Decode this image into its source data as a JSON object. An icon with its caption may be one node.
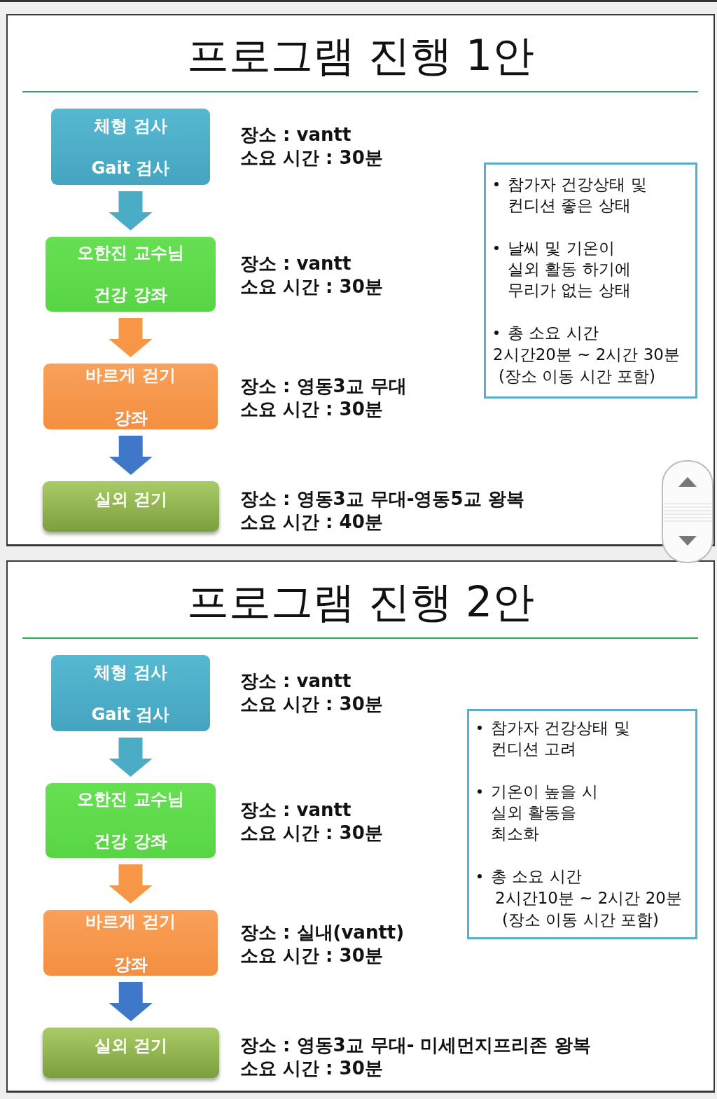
{
  "diagram": {
    "nodes": [
      {
        "text": [
          "프로그램 진행 1안"
        ]
      },
      {
        "text": [
          "체형 검사",
          "Gait 검사"
        ],
        "in": 0,
        "beside": [
          "장소 : vantt",
          "소요 시간 : 30분"
        ]
      },
      {
        "text": [
          "오한진 교수님",
          "건강 강좌"
        ],
        "in": 0,
        "beside": [
          "장소 : vantt",
          "소요 시간 : 30분"
        ]
      },
      {
        "text": [
          "바르게 걷기",
          "강좌"
        ],
        "in": 0,
        "beside": [
          "장소 : 영동3교 무대",
          "소요 시간 : 30분"
        ]
      },
      {
        "text": [
          "실외 걷기"
        ],
        "in": 0,
        "beside": [
          "장소 : 영동3교 무대-영동5교 왕복",
          "소요 시간 : 40분"
        ]
      },
      {
        "text": [
          "참가자 건강상태 및 컨디션 좋은 상태",
          "날씨 및 기온이 실외 활동 하기에 무리가 없는 상태",
          "총 소요 시간",
          "2시간20분 ~ 2시간 30분",
          "(장소 이동 시간 포함)"
        ],
        "in": 0
      },
      {
        "text": [
          "프로그램 진행 2안"
        ]
      },
      {
        "text": [
          "체형 검사",
          "Gait 검사"
        ],
        "in": 6,
        "beside": [
          "장소 : vantt",
          "소요 시간 : 30분"
        ]
      },
      {
        "text": [
          "오한진 교수님",
          "건강 강좌"
        ],
        "in": 6,
        "beside": [
          "장소 : vantt",
          "소요 시간 : 30분"
        ]
      },
      {
        "text": [
          "바르게 걷기",
          "강좌"
        ],
        "in": 6,
        "beside": [
          "장소 : 실내(vantt)",
          "소요 시간 : 30분"
        ]
      },
      {
        "text": [
          "실외 걷기"
        ],
        "in": 6,
        "beside": [
          "장소 : 영동3교 무대- 미세먼지프리존 왕복",
          "소요 시간 : 30분"
        ]
      },
      {
        "text": [
          "참가자 건강상태 및 컨디션 고려",
          "기온이 높을 시 실외 활동을 최소화",
          "총 소요 시간",
          "2시간10분 ~ 2시간 20분",
          "(장소 이동 시간 포함)"
        ],
        "in": 6
      }
    ],
    "edges": [
      {
        "from": 1,
        "to": 2,
        "arrow": "to",
        "color": "#4bacc6"
      },
      {
        "from": 2,
        "to": 3,
        "arrow": "to",
        "color": "#f79646"
      },
      {
        "from": 3,
        "to": 4,
        "arrow": "to",
        "color": "#3f78c8"
      },
      {
        "from": 7,
        "to": 8,
        "arrow": "to",
        "color": "#4bacc6"
      },
      {
        "from": 8,
        "to": 9,
        "arrow": "to",
        "color": "#f79646"
      },
      {
        "from": 9,
        "to": 10,
        "arrow": "to",
        "color": "#3f78c8"
      }
    ]
  }
}
